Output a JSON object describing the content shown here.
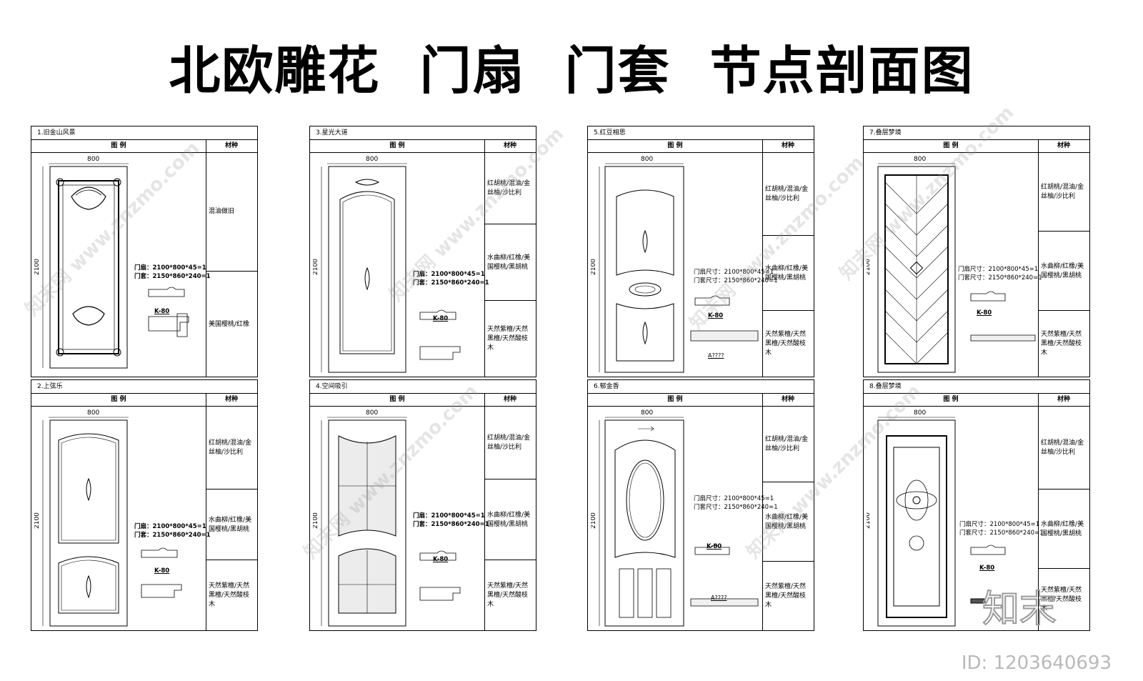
{
  "title": "北欧雕花  门扇  门套  节点剖面图",
  "column_headers": {
    "legend": "图 例",
    "material": "材种"
  },
  "width_label": "800",
  "height_label": "2100",
  "profile_label": "K-80",
  "panels": [
    {
      "id": "p1",
      "name": "1.旧金山风景",
      "materials": [
        "混油做旧",
        "美国樱桃/红橡"
      ],
      "spec_line1": "门扇：2100*800*45=1",
      "spec_line2": "门套：2150*860*240=1"
    },
    {
      "id": "p2",
      "name": "2.上弦乐",
      "materials": [
        "红胡桃/混油/金丝柚/沙比利",
        "水曲柳/红橡/美国樱桃/黑胡桃",
        "天然紫檀/天然黑檀/天然酸枝木"
      ],
      "spec_line1": "门扇：2100*800*45=1",
      "spec_line2": "门套：2150*860*240=1"
    },
    {
      "id": "p3",
      "name": "3.星光大道",
      "materials": [
        "红胡桃/混油/金丝柚/沙比利",
        "水曲柳/红橡/美国樱桃/黑胡桃",
        "天然紫檀/天然黑檀/天然酸枝木"
      ],
      "spec_line1": "门扇：2100*800*45=1",
      "spec_line2": "门套：2150*860*240=1"
    },
    {
      "id": "p4",
      "name": "4.空间吸引",
      "materials": [
        "红胡桃/混油/金丝柚/沙比利",
        "水曲柳/红橡/美国樱桃/黑胡桃",
        "天然紫檀/天然黑檀/天然酸枝木"
      ],
      "spec_line1": "门扇：2100*800*45=1",
      "spec_line2": "门套：2150*860*240=1"
    },
    {
      "id": "p5",
      "name": "5.红豆相思",
      "materials": [
        "红胡桃/混油/金丝柚/沙比利",
        "水曲柳/红橡/美国樱桃/黑胡桃",
        "天然紫檀/天然黑檀/天然酸枝木"
      ],
      "spec_line1": "门扇尺寸：2100*800*45=1",
      "spec_line2": "门套尺寸：2150*860*240=1",
      "section_label": "A????"
    },
    {
      "id": "p6",
      "name": "6.郁金香",
      "materials": [
        "红胡桃/混油/金丝柚/沙比利",
        "水曲柳/红橡/美国樱桃/黑胡桃",
        "天然紫檀/天然黑檀/天然酸枝木"
      ],
      "spec_line1": "门扇尺寸：2100*800*45=1",
      "spec_line2": "门套尺寸：2150*860*240=1",
      "section_label": "A????"
    },
    {
      "id": "p7",
      "name": "7.叠层梦境",
      "materials": [
        "红胡桃/混油/金丝柚/沙比利",
        "水曲柳/红橡/美国樱桃/黑胡桃",
        "天然紫檀/天然黑檀/天然酸枝木"
      ],
      "spec_line1": "门扇尺寸：2100*800*45=1",
      "spec_line2": "门套尺寸：2150*860*240=1"
    },
    {
      "id": "p8",
      "name": "8.叠层梦境",
      "materials": [
        "红胡桃/混油/金丝柚/沙比利",
        "水曲柳/红橡/美国樱桃/黑胡桃",
        "天然紫檀/天然黑檀/天然酸枝木"
      ],
      "spec_line1": "门扇尺寸：2100*800*45=1",
      "spec_line2": "门套尺寸：2150*860*240=1"
    }
  ],
  "logo_text": "知末",
  "image_id": "ID: 1203640693",
  "watermark_text": "知末网 www.znzmo.com"
}
